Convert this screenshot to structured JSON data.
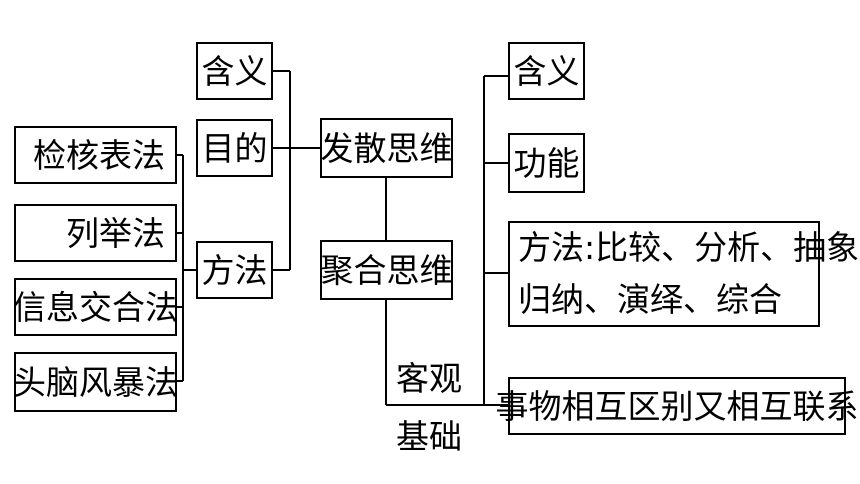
{
  "left": {
    "methods": [
      "检核表法",
      "列举法",
      "信息交合法",
      "头脑风暴法"
    ],
    "meaning": "含义",
    "purpose": "目的",
    "method": "方法"
  },
  "center": {
    "divergent": "发散思维",
    "convergent": "聚合思维",
    "basis_line1": "客观",
    "basis_line2": "基础"
  },
  "right": {
    "meaning": "含义",
    "function": "功能",
    "method_line1": "方法:比较、分析、抽象、",
    "method_line2": "归纳、演绎、综合",
    "basis": "事物相互区别又相互联系"
  }
}
